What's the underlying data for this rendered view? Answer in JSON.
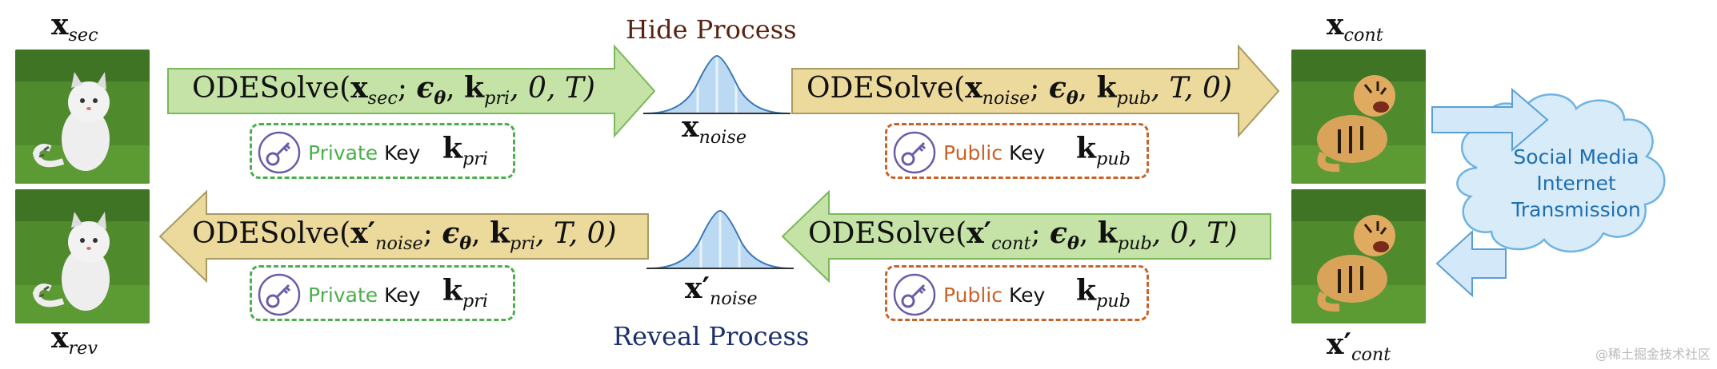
{
  "labels": {
    "x_sec": "x",
    "x_sec_sub": "sec",
    "x_rev": "x",
    "x_rev_sub": "rev",
    "x_cont": "x",
    "x_cont_sub": "cont",
    "x_cont_prime": "x′",
    "x_cont_prime_sub": "cont",
    "x_noise": "x",
    "x_noise_sub": "noise",
    "x_noise_prime": "x′",
    "x_noise_prime_sub": "noise"
  },
  "titles": {
    "hide": "Hide Process",
    "reveal": "Reveal Process"
  },
  "formulas": {
    "hide_private": {
      "fn": "ODESolve(",
      "x": "x",
      "xsub": "sec",
      "rest1": "; ",
      "eps": "ϵ",
      "epssub": "θ",
      "comma": ", ",
      "k": "k",
      "ksub": "pri",
      "tail": ", 0, T)"
    },
    "hide_public": {
      "fn": "ODESolve(",
      "x": "x",
      "xsub": "noise",
      "rest1": "; ",
      "eps": "ϵ",
      "epssub": "θ",
      "comma": ", ",
      "k": "k",
      "ksub": "pub",
      "tail": ", T, 0)"
    },
    "reveal_private": {
      "fn": "ODESolve(",
      "x": "x′",
      "xsub": "noise",
      "rest1": "; ",
      "eps": "ϵ",
      "epssub": "θ",
      "comma": ", ",
      "k": "k",
      "ksub": "pri",
      "tail": ", T, 0)"
    },
    "reveal_public": {
      "fn": "ODESolve(",
      "x": "x′",
      "xsub": "cont",
      "rest1": "; ",
      "eps": "ϵ",
      "epssub": "θ",
      "comma": ", ",
      "k": "k",
      "ksub": "pub",
      "tail": ", 0, T)"
    }
  },
  "keys": {
    "private": {
      "type_word": "Private",
      "key_word": "Key",
      "k": "k",
      "ksub": "pri"
    },
    "public": {
      "type_word": "Public",
      "key_word": "Key",
      "k": "k",
      "ksub": "pub"
    }
  },
  "cloud": {
    "line1": "Social Media",
    "line2": "Internet",
    "line3": "Transmission"
  },
  "watermark": "@稀土掘金技术社区",
  "colors": {
    "green_arrow": "#c5e3a6",
    "green_arrow_border": "#7ab85a",
    "yellow_arrow": "#ecd99c",
    "yellow_arrow_border": "#a89a63",
    "private_key": "#4cae4c",
    "public_key": "#c8632a",
    "hide_title": "#5a2210",
    "reveal_title": "#1b2f6b",
    "cloud_fill": "#d7ebf8",
    "cloud_stroke": "#6fb3e0",
    "blue_arrow": "#d3e8f8",
    "key_icon": "#6b5ca8"
  }
}
